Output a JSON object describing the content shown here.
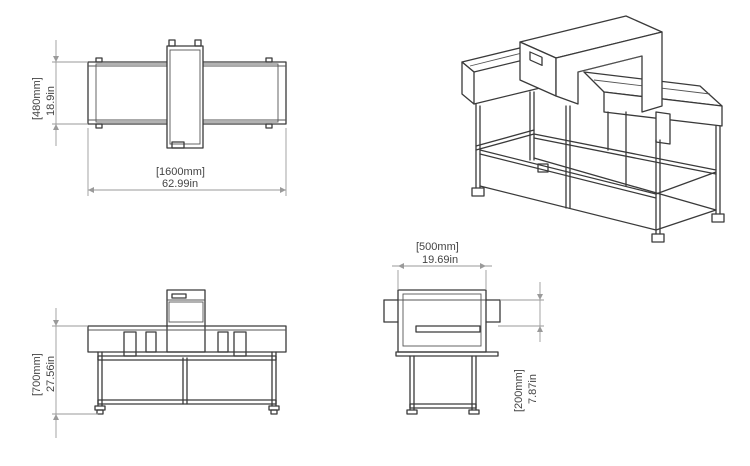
{
  "dimensions": {
    "top_height_mm": "[480mm]",
    "top_height_in": "18.9in",
    "top_length_mm": "[1600mm]",
    "top_length_in": "62.99in",
    "front_height_mm": "[700mm]",
    "front_height_in": "27.56in",
    "side_width_mm": "[500mm]",
    "side_width_in": "19.69in",
    "side_height_mm": "[200mm]",
    "side_height_in": "7.87in"
  },
  "colors": {
    "line": "#3a3a3a",
    "dimension": "#9a9a9a",
    "background": "#ffffff"
  }
}
